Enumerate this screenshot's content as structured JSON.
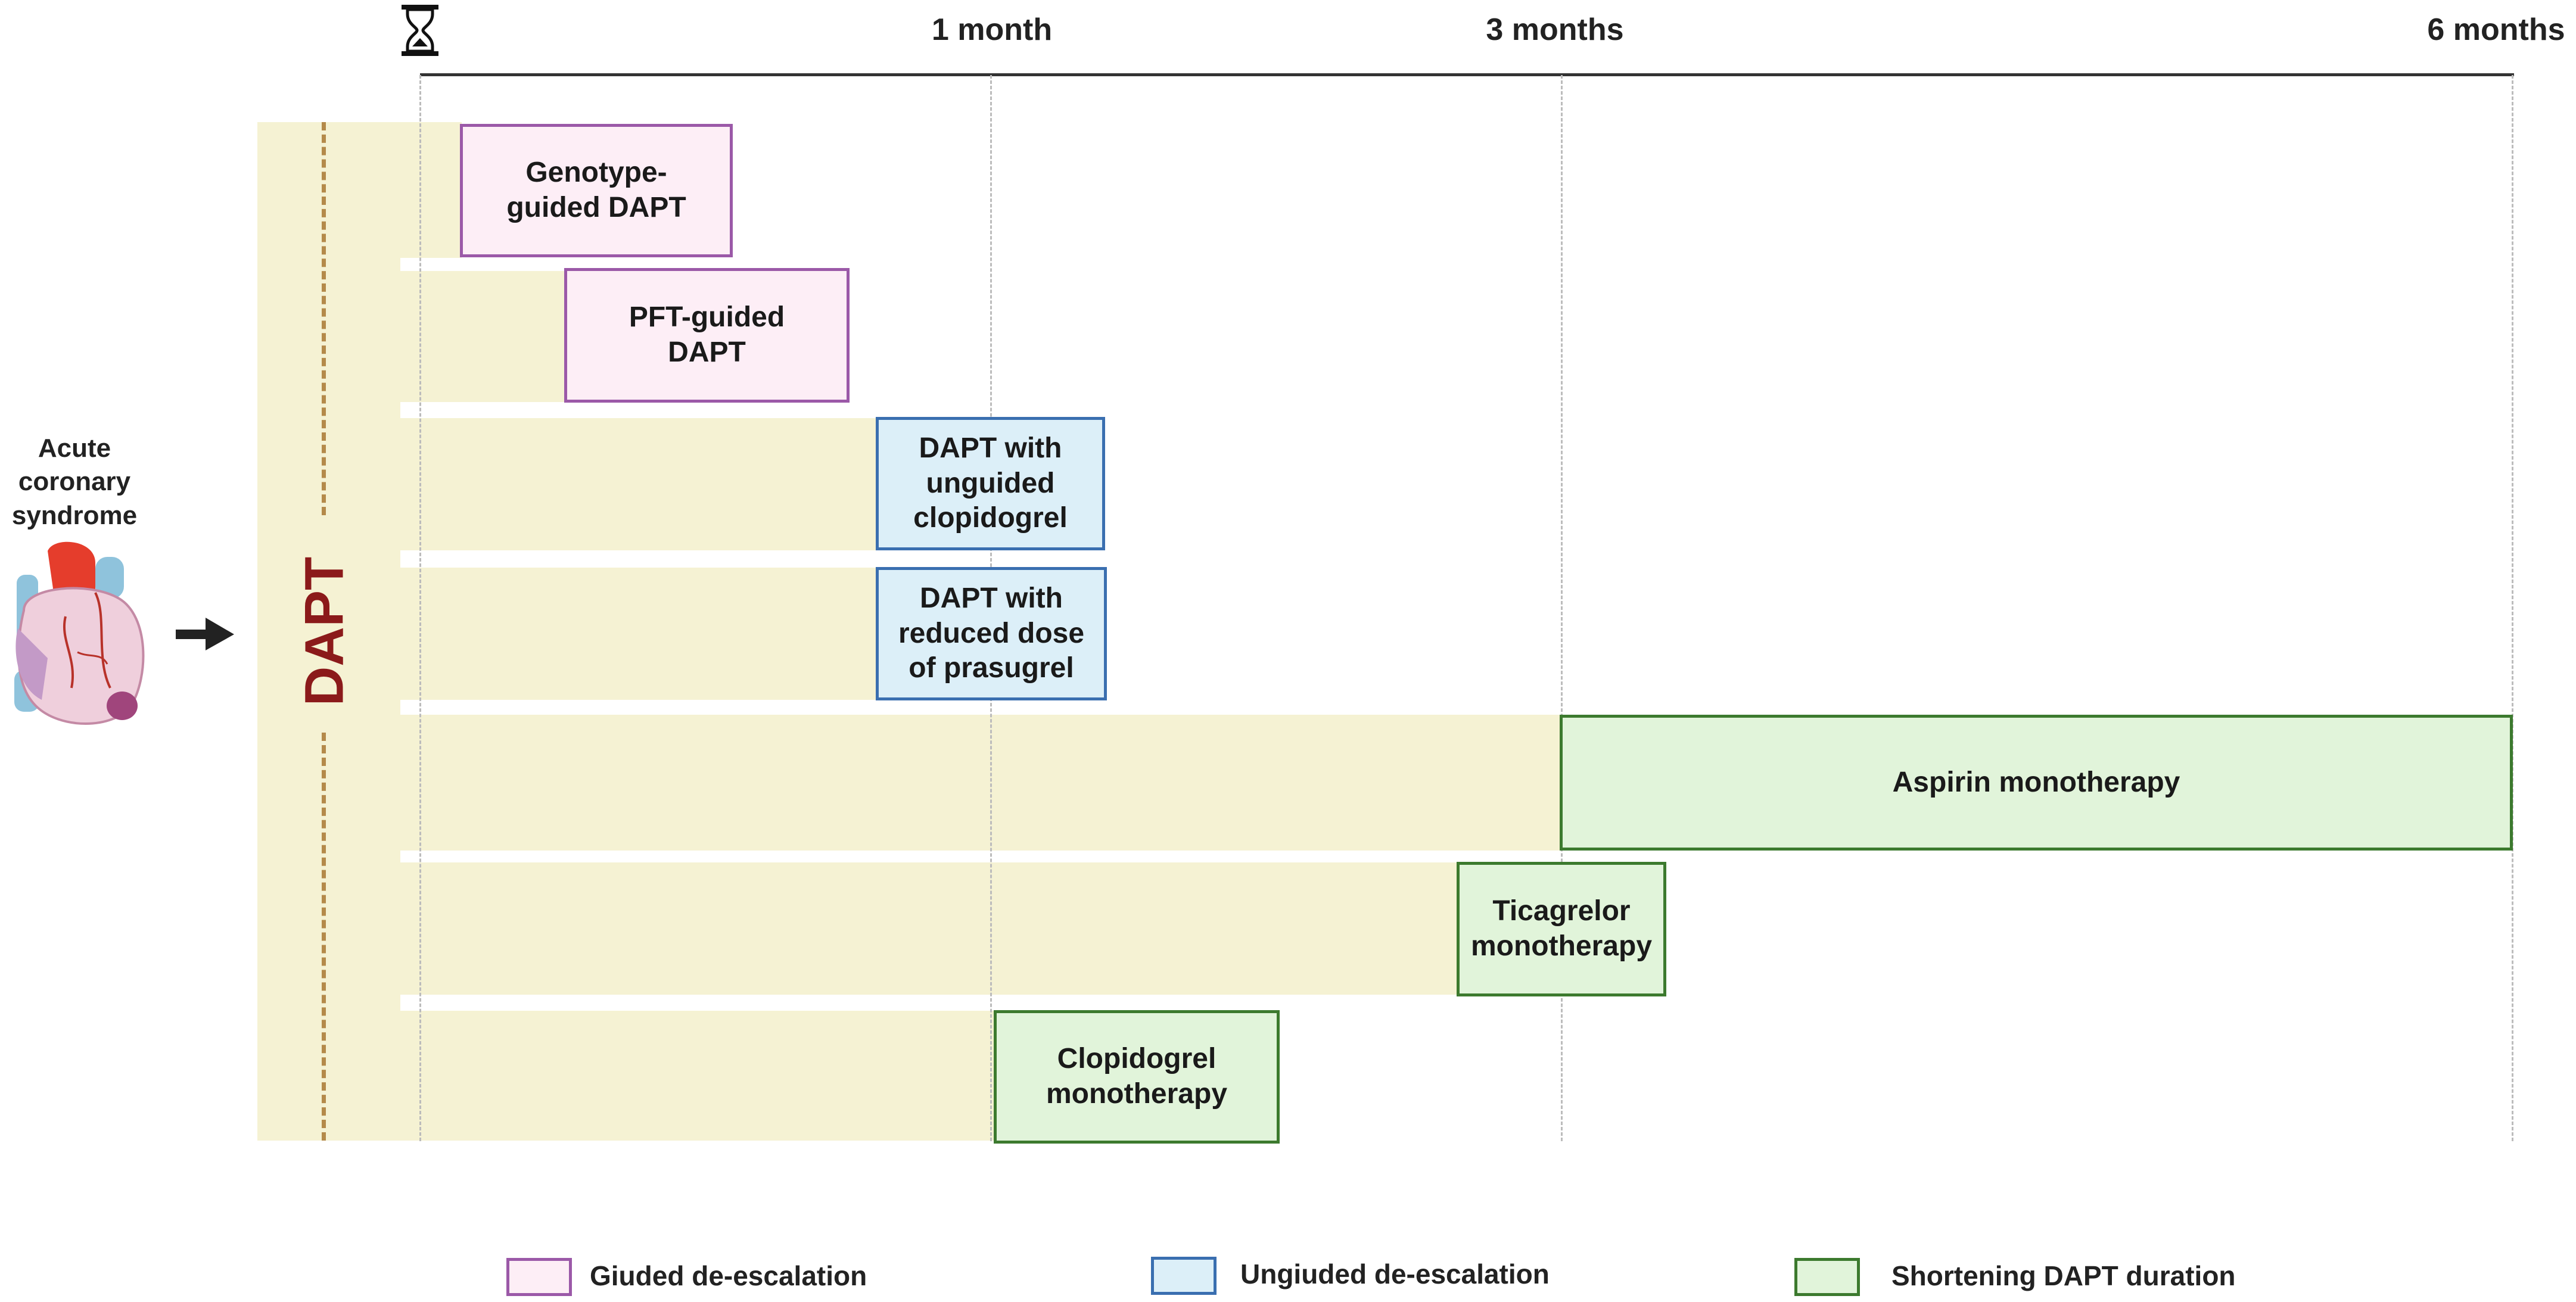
{
  "timeline": {
    "ticks": [
      {
        "label": "1 month"
      },
      {
        "label": "3 months"
      },
      {
        "label": "6 months"
      }
    ],
    "start_icon": "hourglass-icon"
  },
  "patient": {
    "label": "Acute\ncoronary\nsyndrome",
    "icon": "heart-icon",
    "arrow_icon": "arrow-right-icon"
  },
  "dapt_label": "DAPT",
  "strategies": [
    {
      "label": "Genotype-\nguided DAPT",
      "category": "guided"
    },
    {
      "label": "PFT-guided\nDAPT",
      "category": "guided"
    },
    {
      "label": "DAPT with\nunguided\nclopidogrel",
      "category": "unguided"
    },
    {
      "label": "DAPT with\nreduced dose\nof prasugrel",
      "category": "unguided"
    },
    {
      "label": "Aspirin monotherapy",
      "category": "shorten"
    },
    {
      "label": "Ticagrelor\nmonotherapy",
      "category": "shorten"
    },
    {
      "label": "Clopidogrel\nmonotherapy",
      "category": "shorten"
    }
  ],
  "legend": [
    {
      "label": "Giuded de-escalation",
      "category": "guided"
    },
    {
      "label": "Ungiuded de-escalation",
      "category": "unguided"
    },
    {
      "label": "Shortening DAPT duration",
      "category": "shorten"
    }
  ],
  "colors": {
    "guided_fill": "#fdeef6",
    "guided_border": "#9b59a8",
    "unguided_fill": "#dceff8",
    "unguided_border": "#3a6fb0",
    "shorten_fill": "#e1f4da",
    "shorten_border": "#3c7a2e",
    "dapt_band": "#f5f2d3",
    "dapt_text": "#8b1a1a"
  }
}
